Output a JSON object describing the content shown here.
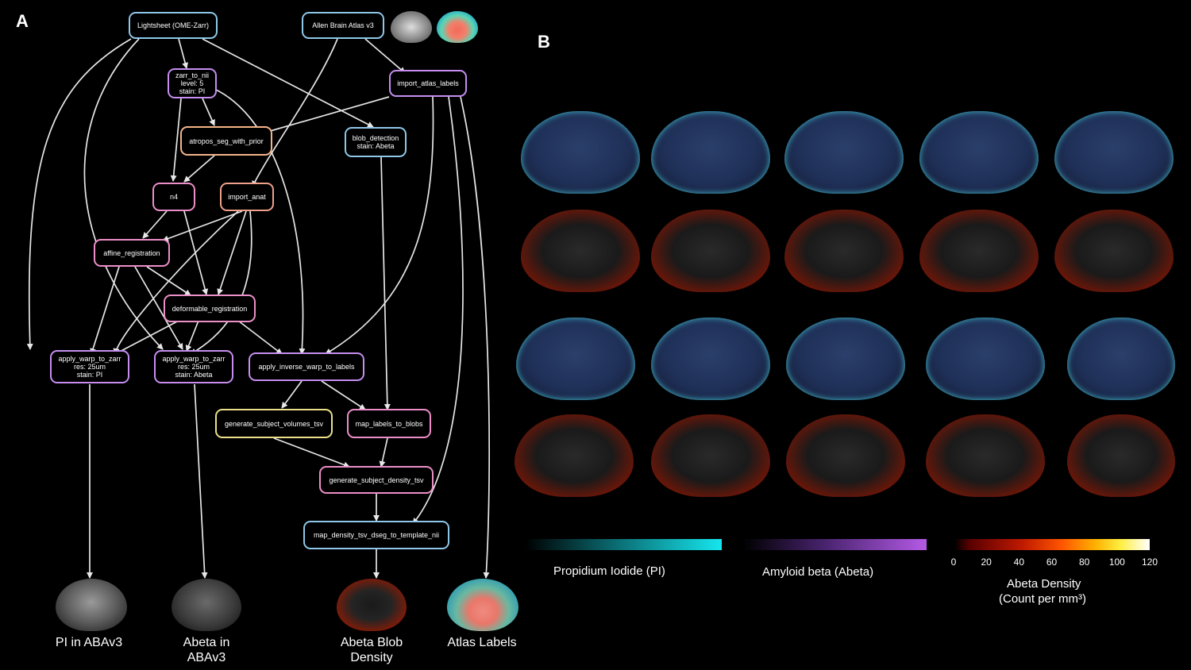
{
  "panels": {
    "a": "A",
    "b": "B"
  },
  "nodes": {
    "lightsheet": [
      "Lightsheet (OME-Zarr)"
    ],
    "allen": [
      "Allen Brain Atlas v3"
    ],
    "zarr_to_nii": [
      "zarr_to_nii",
      "level: 5",
      "stain: PI"
    ],
    "import_atlas_labels": [
      "import_atlas_labels"
    ],
    "atropos": [
      "atropos_seg_with_prior"
    ],
    "blob_detection": [
      "blob_detection",
      "stain: Abeta"
    ],
    "n4": [
      "n4"
    ],
    "import_anat": [
      "import_anat"
    ],
    "affine": [
      "affine_registration"
    ],
    "deformable": [
      "deformable_registration"
    ],
    "warp_pi": [
      "apply_warp_to_zarr",
      "res: 25um",
      "stain: PI"
    ],
    "warp_abeta": [
      "apply_warp_to_zarr",
      "res: 25um",
      "stain: Abeta"
    ],
    "inverse_warp": [
      "apply_inverse_warp_to_labels"
    ],
    "volumes_tsv": [
      "generate_subject_volumes_tsv"
    ],
    "map_labels": [
      "map_labels_to_blobs"
    ],
    "density_tsv": [
      "generate_subject_density_tsv"
    ],
    "map_density": [
      "map_density_tsv_dseg_to_template_nii"
    ]
  },
  "outputs": {
    "pi": [
      "PI in ABAv3"
    ],
    "abeta": [
      "Abeta in",
      "ABAv3"
    ],
    "density": [
      "Abeta Blob",
      "Density"
    ],
    "atlas": [
      "Atlas Labels"
    ]
  },
  "legend": {
    "pi_label": "Propidium Iodide (PI)",
    "abeta_label": "Amyloid beta (Abeta)",
    "density_title": "Abeta Density",
    "density_units": "(Count per mm³)",
    "ticks": [
      "0",
      "20",
      "40",
      "60",
      "80",
      "100",
      "120"
    ]
  },
  "colors": {
    "pi_cyan": "#16e6ee",
    "abeta_purple": "#b45ae6",
    "heat_low": "#5a0000",
    "heat_high": "#ffffff"
  }
}
